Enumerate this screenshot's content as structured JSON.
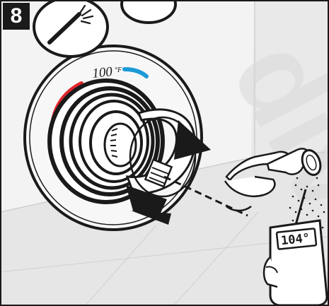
{
  "step": {
    "number": "8"
  },
  "valve": {
    "temperature_label": "100",
    "temperature_unit": "°F"
  },
  "thermometer": {
    "reading": "104°"
  },
  "colors": {
    "hot": "#e2252e",
    "cold": "#1c9ad6",
    "outline": "#1a1a1a",
    "tile": "#e4e4e4",
    "wall": "#f3f3f3",
    "watermark": "#d8d8d8"
  },
  "icons": [
    "shower-head-icon",
    "rotate-arrow-icon",
    "hand-icon",
    "hand-shower-icon",
    "digital-thermometer-icon"
  ]
}
